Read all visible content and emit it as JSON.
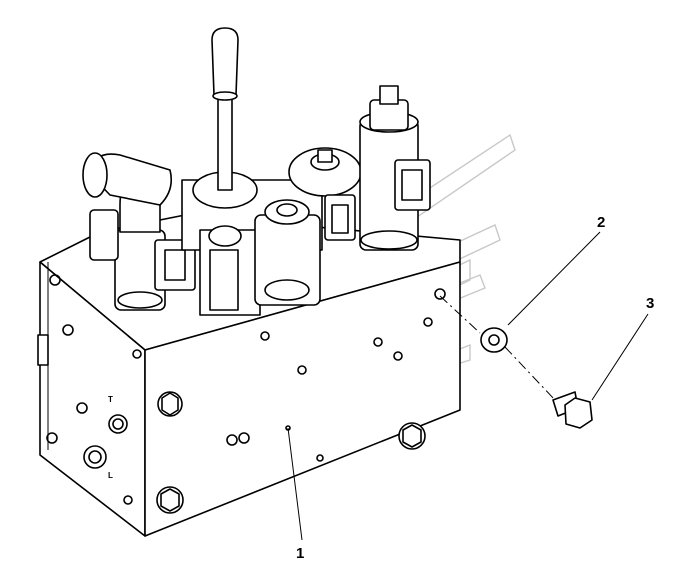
{
  "diagram": {
    "callouts": [
      {
        "id": "1",
        "label": "1"
      },
      {
        "id": "2",
        "label": "2"
      },
      {
        "id": "3",
        "label": "3"
      }
    ],
    "port_marks": [
      "T",
      "L"
    ],
    "colors": {
      "line": "#000000",
      "watermark": "#c8c8c8",
      "background": "#ffffff"
    }
  }
}
